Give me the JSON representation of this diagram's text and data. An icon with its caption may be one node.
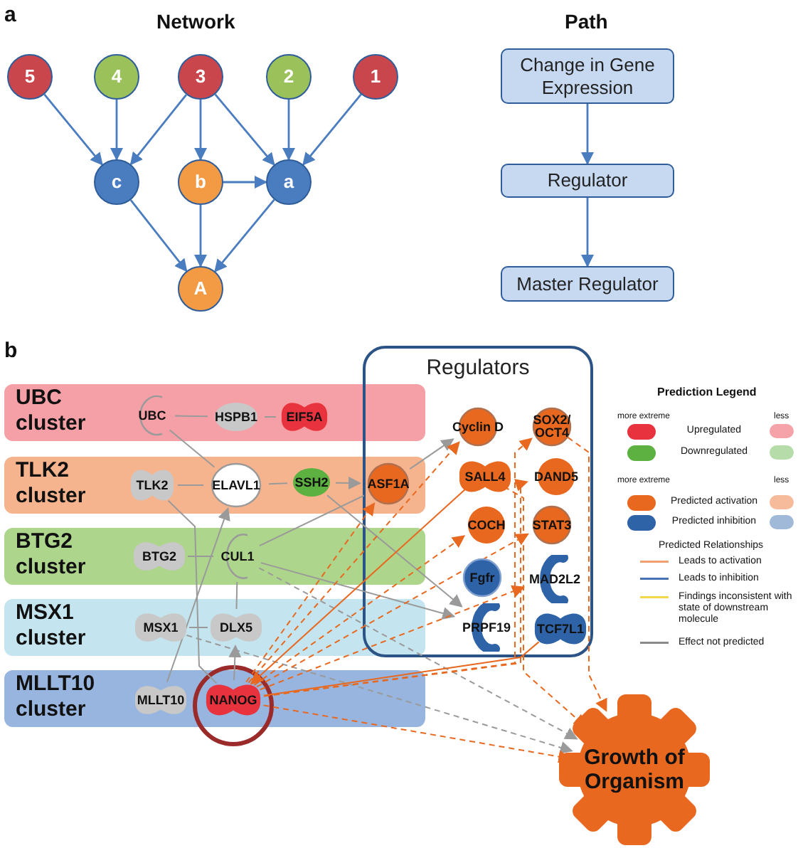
{
  "diagram": {
    "nodes": [
      {
        "text": [
          "5"
        ]
      },
      {
        "text": [
          "4"
        ]
      },
      {
        "text": [
          "3"
        ]
      },
      {
        "text": [
          "2"
        ]
      },
      {
        "text": [
          "1"
        ]
      },
      {
        "text": [
          "c"
        ]
      },
      {
        "text": [
          "b"
        ]
      },
      {
        "text": [
          "a"
        ]
      },
      {
        "text": [
          "A"
        ]
      },
      {
        "text": [
          "Change in Gene Expression"
        ]
      },
      {
        "text": [
          "Regulator"
        ]
      },
      {
        "text": [
          "Master Regulator"
        ]
      },
      {
        "text": [
          "UBC cluster"
        ]
      },
      {
        "text": [
          "TLK2 cluster"
        ]
      },
      {
        "text": [
          "BTG2 cluster"
        ]
      },
      {
        "text": [
          "MSX1 cluster"
        ]
      },
      {
        "text": [
          "MLLT10 cluster"
        ]
      },
      {
        "text": [
          "Regulators"
        ]
      },
      {
        "text": [
          "UBC"
        ],
        "in": 12
      },
      {
        "text": [
          "HSPB1"
        ],
        "in": 12
      },
      {
        "text": [
          "EIF5A"
        ],
        "in": 12
      },
      {
        "text": [
          "TLK2"
        ],
        "in": 13
      },
      {
        "text": [
          "ELAVL1"
        ],
        "in": 13
      },
      {
        "text": [
          "SSH2"
        ],
        "in": 13
      },
      {
        "text": [
          "ASF1A"
        ]
      },
      {
        "text": [
          "BTG2"
        ],
        "in": 14
      },
      {
        "text": [
          "CUL1"
        ],
        "in": 14
      },
      {
        "text": [
          "MSX1"
        ],
        "in": 15
      },
      {
        "text": [
          "DLX5"
        ],
        "in": 15
      },
      {
        "text": [
          "MLLT10"
        ],
        "in": 16
      },
      {
        "text": [
          "NANOG"
        ],
        "in": 16
      },
      {
        "text": [
          "Cyclin D"
        ],
        "in": 17
      },
      {
        "text": [
          "SOX2/ OCT4"
        ],
        "in": 17
      },
      {
        "text": [
          "SALL4"
        ],
        "in": 17
      },
      {
        "text": [
          "DAND5"
        ],
        "in": 17
      },
      {
        "text": [
          "COCH"
        ],
        "in": 17
      },
      {
        "text": [
          "STAT3"
        ],
        "in": 17
      },
      {
        "text": [
          "Fgfr"
        ],
        "in": 17
      },
      {
        "text": [
          "MAD2L2"
        ],
        "in": 17
      },
      {
        "text": [
          "PRPF19"
        ],
        "in": 17
      },
      {
        "text": [
          "TCF7L1"
        ],
        "in": 17
      },
      {
        "text": [
          "Growth of Organism"
        ]
      }
    ],
    "edges": [
      {
        "from": 0,
        "to": 5,
        "arrow": "to"
      },
      {
        "from": 1,
        "to": 5,
        "arrow": "to"
      },
      {
        "from": 2,
        "to": 5,
        "arrow": "to"
      },
      {
        "from": 2,
        "to": 6,
        "arrow": "to"
      },
      {
        "from": 2,
        "to": 7,
        "arrow": "to"
      },
      {
        "from": 3,
        "to": 7,
        "arrow": "to"
      },
      {
        "from": 4,
        "to": 7,
        "arrow": "to"
      },
      {
        "from": 6,
        "to": 7,
        "arrow": "to"
      },
      {
        "from": 5,
        "to": 8,
        "arrow": "to"
      },
      {
        "from": 6,
        "to": 8,
        "arrow": "to"
      },
      {
        "from": 7,
        "to": 8,
        "arrow": "to"
      },
      {
        "from": 9,
        "to": 10,
        "arrow": "to"
      },
      {
        "from": 10,
        "to": 11,
        "arrow": "to"
      },
      {
        "from": 18,
        "to": 19,
        "arrow": "none",
        "color": "#9a9a9a"
      },
      {
        "from": 19,
        "to": 20,
        "arrow": "none",
        "color": "#9a9a9a"
      },
      {
        "from": 18,
        "to": 22,
        "arrow": "none",
        "color": "#9a9a9a"
      },
      {
        "from": 21,
        "to": 22,
        "arrow": "none",
        "color": "#9a9a9a"
      },
      {
        "from": 22,
        "to": 23,
        "arrow": "none",
        "color": "#9a9a9a"
      },
      {
        "from": 23,
        "to": 24,
        "arrow": "to",
        "color": "#9a9a9a"
      },
      {
        "from": 21,
        "to": 30,
        "arrow": "none",
        "color": "#9a9a9a"
      },
      {
        "from": 29,
        "to": 22,
        "arrow": "to",
        "color": "#9a9a9a"
      },
      {
        "from": 25,
        "to": 26,
        "arrow": "none",
        "color": "#9a9a9a"
      },
      {
        "from": 27,
        "to": 28,
        "arrow": "none",
        "color": "#9a9a9a"
      },
      {
        "from": 30,
        "to": 28,
        "arrow": "to",
        "color": "#9a9a9a"
      },
      {
        "from": 28,
        "to": 26,
        "arrow": "none",
        "color": "#9a9a9a"
      },
      {
        "from": 26,
        "to": 24,
        "arrow": "none",
        "color": "#9a9a9a"
      },
      {
        "from": 24,
        "to": 31,
        "arrow": "to",
        "color": "#9a9a9a"
      },
      {
        "from": 26,
        "to": 39,
        "arrow": "to",
        "color": "#9a9a9a"
      },
      {
        "from": 23,
        "to": 39,
        "arrow": "to",
        "color": "#9a9a9a"
      },
      {
        "from": 26,
        "to": 41,
        "arrow": "to",
        "style": "dashed",
        "color": "#9a9a9a"
      },
      {
        "from": 27,
        "to": 41,
        "arrow": "to",
        "style": "dashed",
        "color": "#9a9a9a"
      },
      {
        "from": 30,
        "to": 24,
        "arrow": "to",
        "style": "dashed",
        "color": "#e8681f"
      },
      {
        "from": 30,
        "to": 31,
        "arrow": "to",
        "style": "dashed",
        "color": "#e8681f"
      },
      {
        "from": 30,
        "to": 32,
        "arrow": "to",
        "style": "dashed",
        "color": "#e8681f"
      },
      {
        "from": 33,
        "to": 30,
        "arrow": "to",
        "color": "#e8681f"
      },
      {
        "from": 30,
        "to": 34,
        "arrow": "to",
        "style": "dashed",
        "color": "#e8681f"
      },
      {
        "from": 30,
        "to": 35,
        "arrow": "to",
        "style": "dashed",
        "color": "#e8681f"
      },
      {
        "from": 30,
        "to": 36,
        "arrow": "to",
        "style": "dashed",
        "color": "#e8681f"
      },
      {
        "from": 30,
        "to": 38,
        "arrow": "to",
        "style": "dashed",
        "color": "#e8681f"
      },
      {
        "from": 40,
        "to": 30,
        "arrow": "none",
        "color": "#e8681f"
      },
      {
        "from": 30,
        "to": 41,
        "arrow": "to",
        "style": "dashed",
        "color": "#e8681f"
      },
      {
        "from": 33,
        "to": 41,
        "arrow": "to",
        "style": "dashed",
        "color": "#e8681f"
      },
      {
        "from": 32,
        "to": 41,
        "arrow": "to",
        "style": "dashed",
        "color": "#e8681f"
      }
    ],
    "labels": [
      "a",
      "Network",
      "Path",
      "b",
      "Prediction Legend",
      "more extreme",
      "less",
      "more extreme",
      "less",
      "Predicted Relationships"
    ],
    "legend": [
      {
        "text": "Upregulated",
        "color": "#e8333f"
      },
      {
        "text": "Downregulated",
        "color": "#5cb141"
      },
      {
        "text": "Predicted activation",
        "color": "#e8681f"
      },
      {
        "text": "Predicted inhibition",
        "color": "#2e63a8"
      },
      {
        "text": "Leads to activation"
      },
      {
        "text": "Leads to inhibition"
      },
      {
        "text": "Findings inconsistent with state of downstream molecule"
      },
      {
        "text": "Effect not predicted"
      }
    ]
  }
}
